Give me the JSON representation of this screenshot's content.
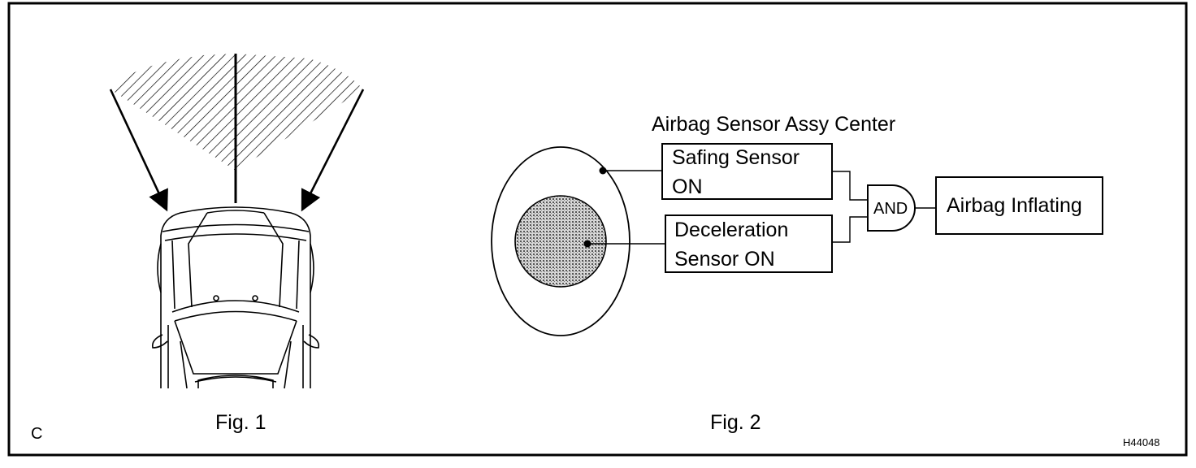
{
  "figure_label_left": "C",
  "figure_code": "H44048",
  "fig1": {
    "caption": "Fig. 1"
  },
  "fig2": {
    "caption": "Fig. 2",
    "unit_title": "Airbag Sensor Assy Center",
    "safing_sensor": {
      "line1": "Safing Sensor",
      "line2": "ON"
    },
    "deceleration_sensor": {
      "line1": "Deceleration",
      "line2": "Sensor ON"
    },
    "gate_label": "AND",
    "output_label": "Airbag Inflating"
  }
}
